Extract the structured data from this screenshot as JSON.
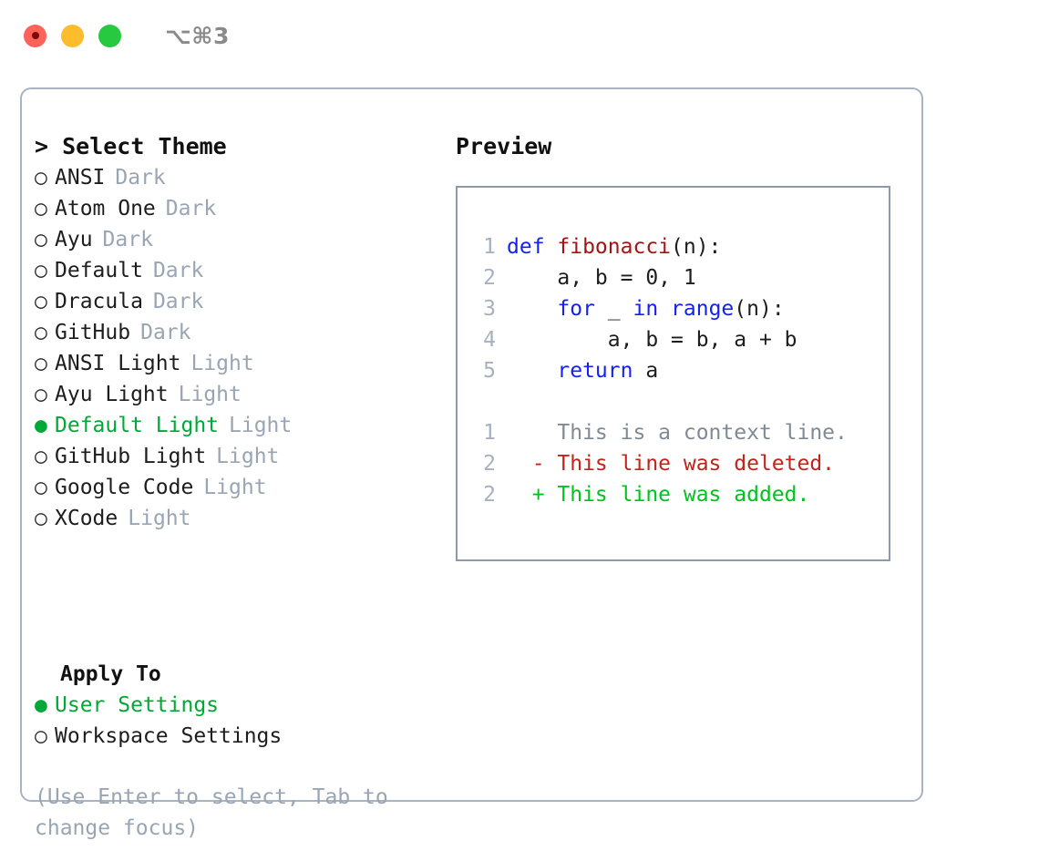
{
  "titlebar": {
    "shortcut": "⌥⌘3",
    "buttons": [
      {
        "name": "close",
        "color": "#ff6259"
      },
      {
        "name": "minimize",
        "color": "#fdbc2c"
      },
      {
        "name": "maximize",
        "color": "#26c93f"
      }
    ]
  },
  "colors": {
    "accent_green": "#00a838",
    "dim_gray": "#9aa5b4",
    "panel_border": "#a9b3c2",
    "preview_border": "#8d9aac",
    "keyword_blue": "#1422f0",
    "function_red": "#a31515",
    "diff_added": "#00c21f",
    "diff_deleted": "#c0241b",
    "diff_context": "#808a94"
  },
  "theme_section": {
    "header": "> Select Theme",
    "items": [
      {
        "label": "ANSI",
        "tag": "Dark",
        "selected": false,
        "bullet": "○"
      },
      {
        "label": "Atom One",
        "tag": "Dark",
        "selected": false,
        "bullet": "○"
      },
      {
        "label": "Ayu",
        "tag": "Dark",
        "selected": false,
        "bullet": "○"
      },
      {
        "label": "Default",
        "tag": "Dark",
        "selected": false,
        "bullet": "○"
      },
      {
        "label": "Dracula",
        "tag": "Dark",
        "selected": false,
        "bullet": "○"
      },
      {
        "label": "GitHub",
        "tag": "Dark",
        "selected": false,
        "bullet": "○"
      },
      {
        "label": "ANSI Light",
        "tag": "Light",
        "selected": false,
        "bullet": "○"
      },
      {
        "label": "Ayu Light",
        "tag": "Light",
        "selected": false,
        "bullet": "○"
      },
      {
        "label": "Default Light",
        "tag": "Light",
        "selected": true,
        "bullet": "●"
      },
      {
        "label": "GitHub Light",
        "tag": "Light",
        "selected": false,
        "bullet": "○"
      },
      {
        "label": "Google Code",
        "tag": "Light",
        "selected": false,
        "bullet": "○"
      },
      {
        "label": "XCode",
        "tag": "Light",
        "selected": false,
        "bullet": "○"
      }
    ]
  },
  "apply_to_section": {
    "header": "Apply To",
    "items": [
      {
        "label": "User Settings",
        "selected": true,
        "bullet": "●"
      },
      {
        "label": "Workspace Settings",
        "selected": false,
        "bullet": "○"
      }
    ]
  },
  "hint": "(Use Enter to select, Tab to change focus)",
  "preview": {
    "title": "Preview",
    "code_lines": [
      {
        "number": "1",
        "tokens": [
          {
            "text": "def ",
            "type": "kw"
          },
          {
            "text": "fibonacci",
            "type": "fn"
          },
          {
            "text": "(n):",
            "type": "plain"
          }
        ]
      },
      {
        "number": "2",
        "tokens": [
          {
            "text": "    a, b = 0, 1",
            "type": "plain"
          }
        ]
      },
      {
        "number": "3",
        "tokens": [
          {
            "text": "    ",
            "type": "plain"
          },
          {
            "text": "for",
            "type": "kw"
          },
          {
            "text": " _ ",
            "type": "plain"
          },
          {
            "text": "in",
            "type": "kw"
          },
          {
            "text": " ",
            "type": "plain"
          },
          {
            "text": "range",
            "type": "kw"
          },
          {
            "text": "(n):",
            "type": "plain"
          }
        ]
      },
      {
        "number": "4",
        "tokens": [
          {
            "text": "        a, b = b, a + b",
            "type": "plain"
          }
        ]
      },
      {
        "number": "5",
        "tokens": [
          {
            "text": "    ",
            "type": "plain"
          },
          {
            "text": "return",
            "type": "kw"
          },
          {
            "text": " a",
            "type": "plain"
          }
        ]
      }
    ],
    "diff_lines": [
      {
        "number": "1",
        "marker": " ",
        "text": " This is a context line.",
        "kind": "context"
      },
      {
        "number": "2",
        "marker": "-",
        "text": " This line was deleted.",
        "kind": "deleted"
      },
      {
        "number": "2",
        "marker": "+",
        "text": " This line was added.",
        "kind": "added"
      }
    ]
  }
}
